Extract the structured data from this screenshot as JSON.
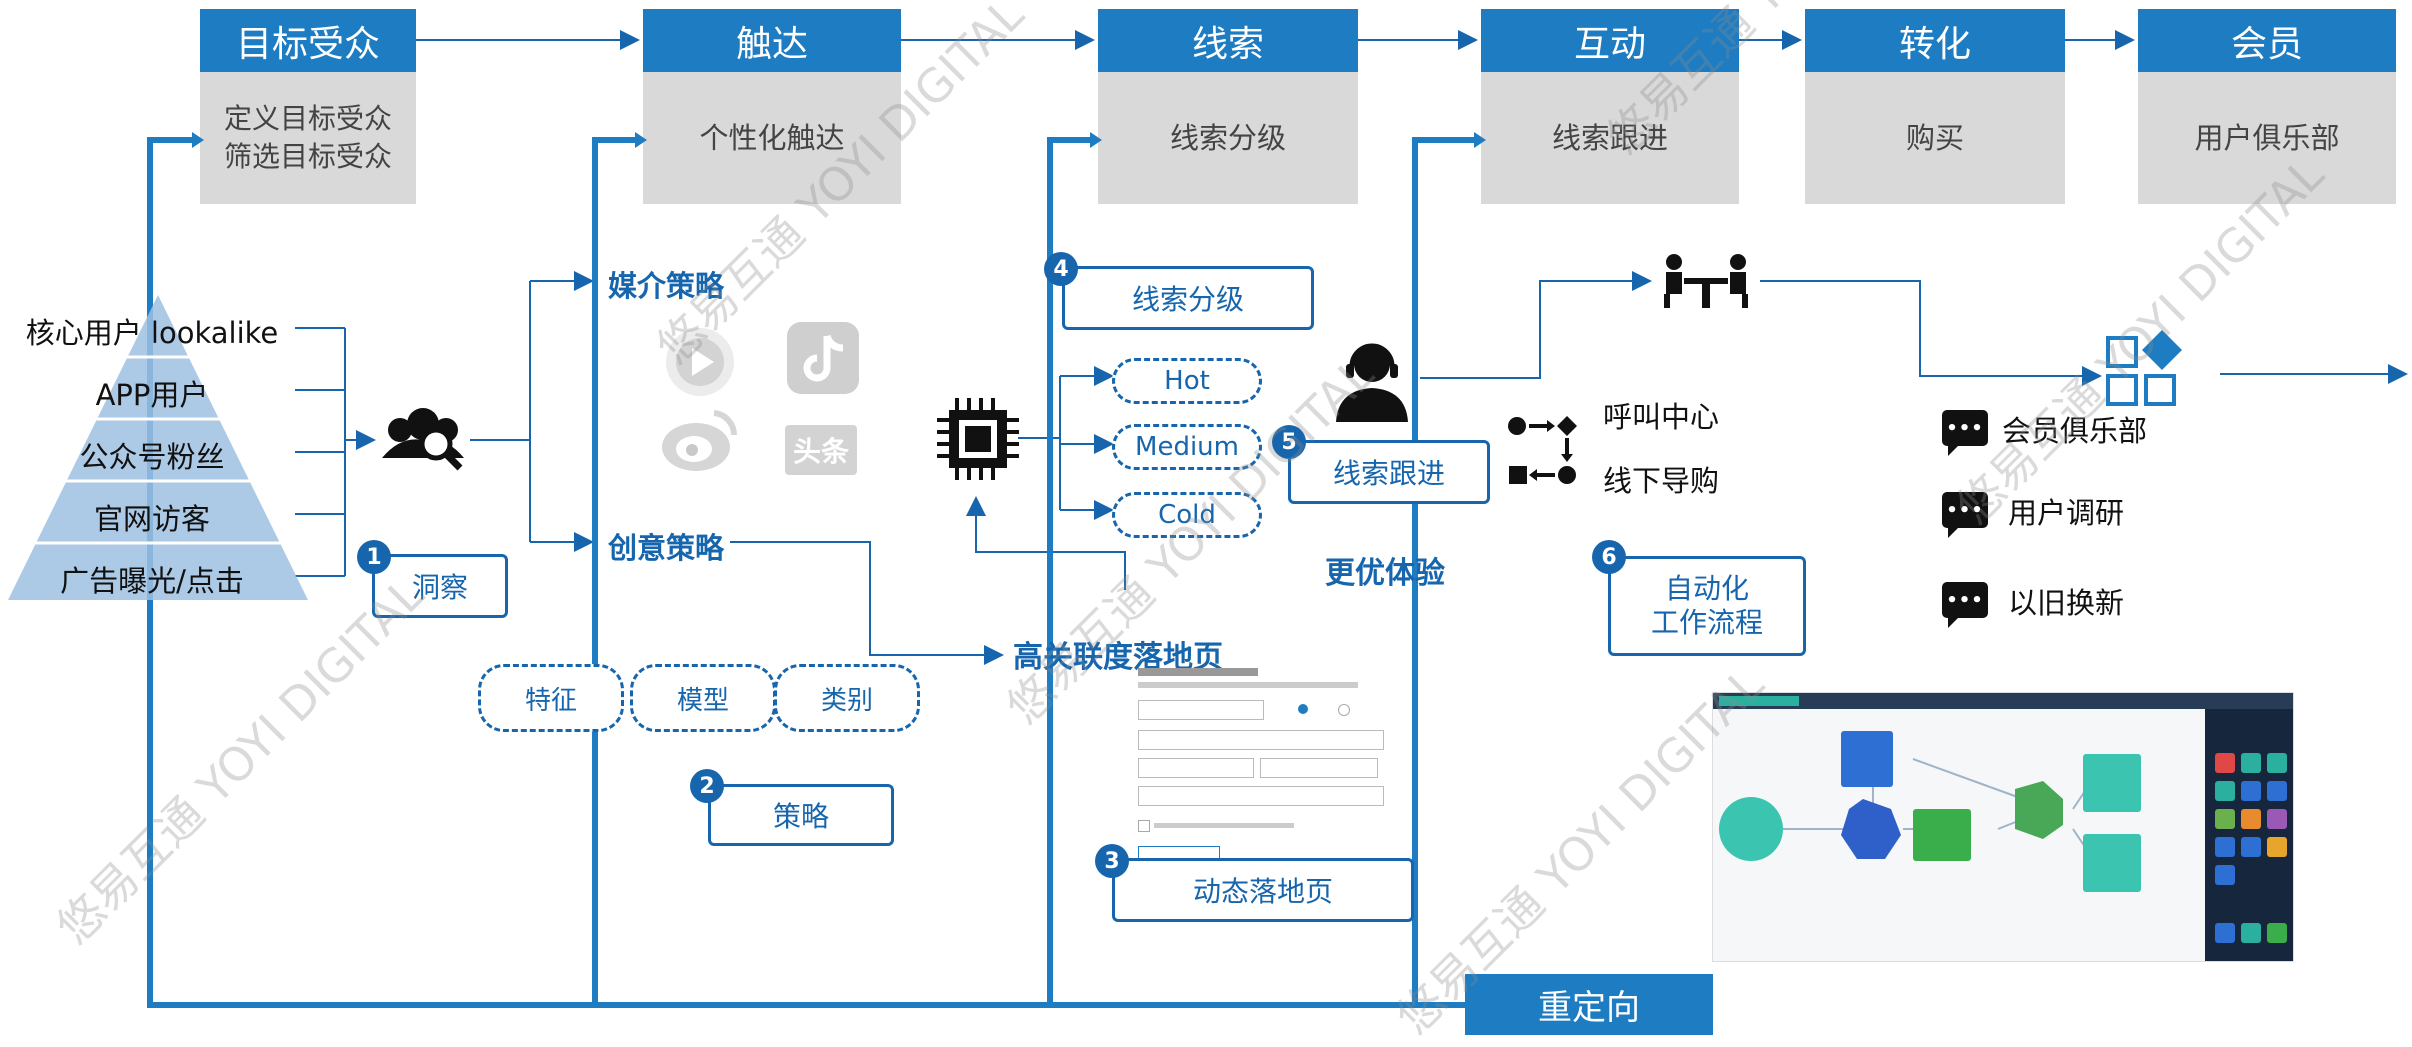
{
  "stages": [
    {
      "title": "目标受众",
      "lines": [
        "定义目标受众",
        "筛选目标受众"
      ]
    },
    {
      "title": "触达",
      "lines": [
        "个性化触达"
      ]
    },
    {
      "title": "线索",
      "lines": [
        "线索分级"
      ]
    },
    {
      "title": "互动",
      "lines": [
        "线索跟进"
      ]
    },
    {
      "title": "转化",
      "lines": [
        "购买"
      ]
    },
    {
      "title": "会员",
      "lines": [
        "用户俱乐部"
      ]
    }
  ],
  "pyramid": [
    "核心用户 lookalike",
    "APP用户",
    "公众号粉丝",
    "官网访客",
    "广告曝光/点击"
  ],
  "steps": [
    {
      "num": "1",
      "label": "洞察"
    },
    {
      "num": "2",
      "label": "策略"
    },
    {
      "num": "3",
      "label": "动态落地页"
    },
    {
      "num": "4",
      "label": "线索分级"
    },
    {
      "num": "5",
      "label": "线索跟进"
    },
    {
      "num": "6",
      "label": "自动化\n工作流程"
    }
  ],
  "media_strategy": "媒介策略",
  "creative_strategy": "创意策略",
  "toutiao_text": "头条",
  "strategy_pills": [
    "特征",
    "模型",
    "类别"
  ],
  "landing_title": "高关联度落地页",
  "lead_levels": [
    "Hot",
    "Medium",
    "Cold"
  ],
  "better_experience": "更优体验",
  "channels": [
    "呼叫中心",
    "线下导购"
  ],
  "member_items": [
    "会员俱乐部",
    "用户调研",
    "以旧换新"
  ],
  "retarget": "重定向",
  "chat_dots": "•••",
  "watermark_text": "悠易互通 YOYI DIGITAL",
  "colors": {
    "primary": "#1d7cc2",
    "dark": "#1766ad",
    "grey": "#d9d9d9",
    "pyramid": "#9dbfe0"
  }
}
